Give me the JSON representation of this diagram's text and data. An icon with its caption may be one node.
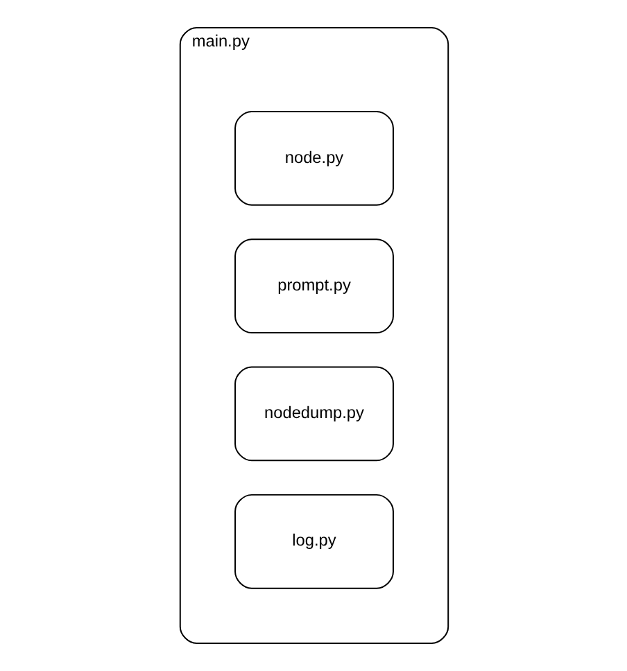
{
  "diagram": {
    "nodes": [
      {
        "text": [
          "main.py"
        ]
      },
      {
        "text": [
          "node.py"
        ],
        "in": 0
      },
      {
        "text": [
          "prompt.py"
        ],
        "in": 0
      },
      {
        "text": [
          "nodedump.py"
        ],
        "in": 0
      },
      {
        "text": [
          "log.py"
        ],
        "in": 0
      }
    ]
  }
}
